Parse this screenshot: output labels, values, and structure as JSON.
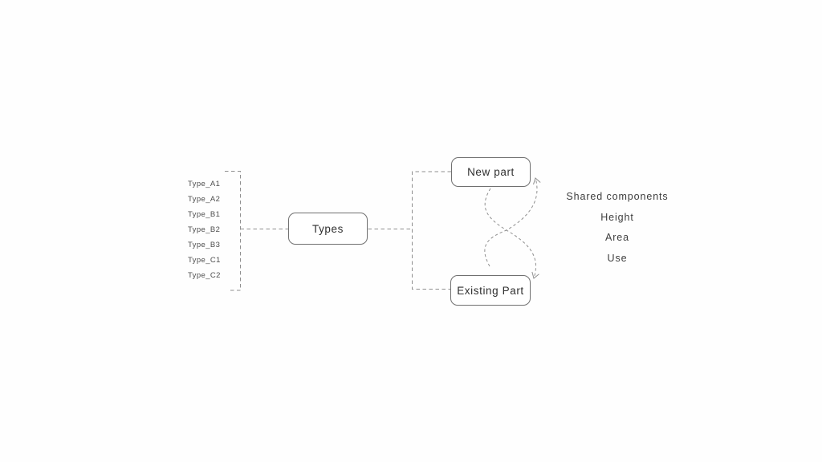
{
  "diagram": {
    "type_list": [
      "Type_A1",
      "Type_A2",
      "Type_B1",
      "Type_B2",
      "Type_B3",
      "Type_C1",
      "Type_C2"
    ],
    "nodes": {
      "types": "Types",
      "new_part": "New part",
      "existing_part": "Existing Part"
    },
    "shared_attributes": [
      "Shared components",
      "Height",
      "Area",
      "Use"
    ],
    "colors": {
      "background": "#fefefe",
      "dashed_line": "#8f8f8f",
      "node_border": "#707070",
      "node_text": "#2f2f2f",
      "list_text": "#4d4d4d"
    }
  }
}
